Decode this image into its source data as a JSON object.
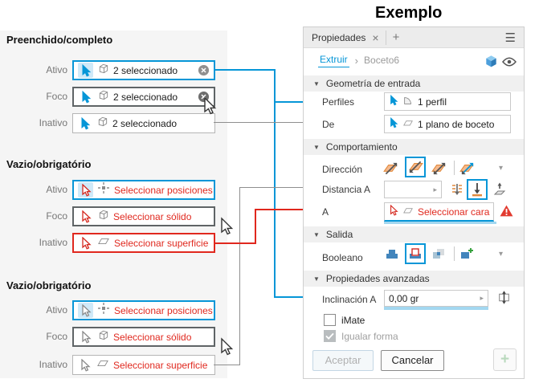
{
  "title": "Exemplo",
  "colors": {
    "accent_blue": "#0696d7",
    "alert_red": "#e0281e",
    "plane_orange": "#f6b98d",
    "boolean_blue": "#4285bc",
    "plus_green": "#35a03c",
    "left_panel_bg": "#f5f5f5"
  },
  "glyphs": {
    "section_caret": "▼",
    "dropdown_caret": "▾",
    "field_arrow": "▸",
    "crumb_sep": "›",
    "tab_close": "×",
    "tab_add": "+",
    "tab_menu": "☰"
  },
  "left_panel": {
    "sections": [
      {
        "heading": "Preenchido/completo",
        "rows": [
          {
            "label": "Ativo",
            "state": "active",
            "cursor": "blue-select-cursor-icon",
            "icon": "cube-icon",
            "text": "2 seleccionado",
            "has_clear": true
          },
          {
            "label": "Foco",
            "state": "focus",
            "cursor": "blue-select-cursor-icon",
            "icon": "cube-icon",
            "text": "2 seleccionado",
            "has_clear": true
          },
          {
            "label": "Inativo",
            "state": "inactive",
            "cursor": "blue-select-cursor-icon",
            "icon": "cube-icon",
            "text": "2 seleccionado",
            "has_clear": false
          }
        ]
      },
      {
        "heading": "Vazio/obrigatório",
        "rows": [
          {
            "label": "Ativo",
            "state": "active",
            "cursor": "red-select-cursor-icon",
            "icon": "positions-icon",
            "text": "Seleccionar posiciones"
          },
          {
            "label": "Foco",
            "state": "focus",
            "cursor": "red-select-cursor-icon",
            "icon": "cube-icon",
            "text": "Seleccionar sólido"
          },
          {
            "label": "Inativo",
            "state": "required",
            "cursor": "red-select-cursor-icon",
            "icon": "parallelogram-icon",
            "text": "Seleccionar superficie"
          }
        ]
      },
      {
        "heading": "Vazio/obrigatório",
        "rows": [
          {
            "label": "Ativo",
            "state": "active",
            "cursor": "gray-select-cursor-icon",
            "icon": "positions-icon",
            "text": "Seleccionar posiciones"
          },
          {
            "label": "Foco",
            "state": "focus",
            "cursor": "gray-select-cursor-icon",
            "icon": "cube-icon",
            "text": "Seleccionar sólido"
          },
          {
            "label": "Inativo",
            "state": "inactive",
            "cursor": "gray-select-cursor-icon",
            "icon": "parallelogram-icon",
            "text": "Seleccionar superficie"
          }
        ]
      }
    ]
  },
  "panel": {
    "tab": {
      "label": "Propiedades"
    },
    "breadcrumb": {
      "link": "Extruir",
      "current": "Boceto6"
    },
    "sections": {
      "geometry": {
        "title": "Geometría de entrada"
      },
      "behavior": {
        "title": "Comportamiento"
      },
      "output": {
        "title": "Salida"
      },
      "advanced": {
        "title": "Propiedades avanzadas"
      }
    },
    "rows": {
      "perfiles": {
        "label": "Perfiles",
        "value": "1 perfil"
      },
      "de": {
        "label": "De",
        "value": "1 plano de boceto"
      },
      "direccion": {
        "label": "Dirección"
      },
      "distancia": {
        "label": "Distancia A",
        "value": ""
      },
      "a": {
        "label": "A",
        "value": "Seleccionar cara"
      },
      "booleano": {
        "label": "Booleano"
      },
      "inclinacion": {
        "label": "Inclinación A",
        "value": "0,00 gr"
      },
      "imate": {
        "label": "iMate",
        "checked": false
      },
      "igualar": {
        "label": "Igualar forma",
        "checked": true
      }
    },
    "buttons": {
      "accept": "Aceptar",
      "cancel": "Cancelar",
      "add": "+"
    }
  }
}
